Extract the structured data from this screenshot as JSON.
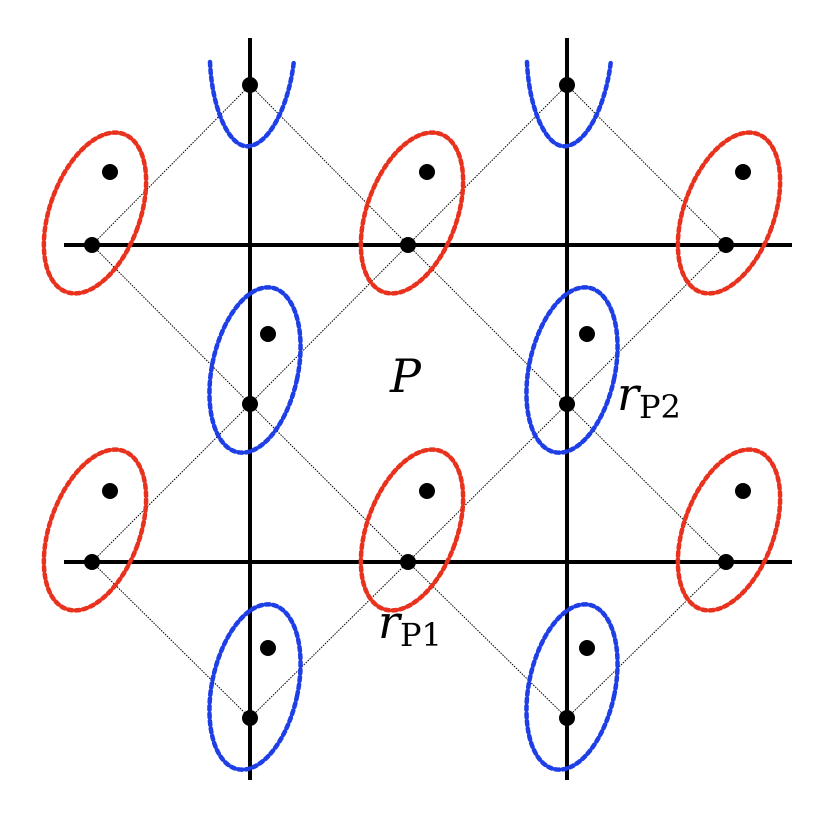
{
  "labels": {
    "plaquette": "P",
    "r1_base": "r",
    "r1_sub": "P1",
    "r2_base": "r",
    "r2_sub": "P2"
  },
  "colors": {
    "lattice": "#000000",
    "red_loop": "#e8321e",
    "blue_loop": "#1e3ee6",
    "diagonal": "#000000",
    "site": "#000000"
  }
}
